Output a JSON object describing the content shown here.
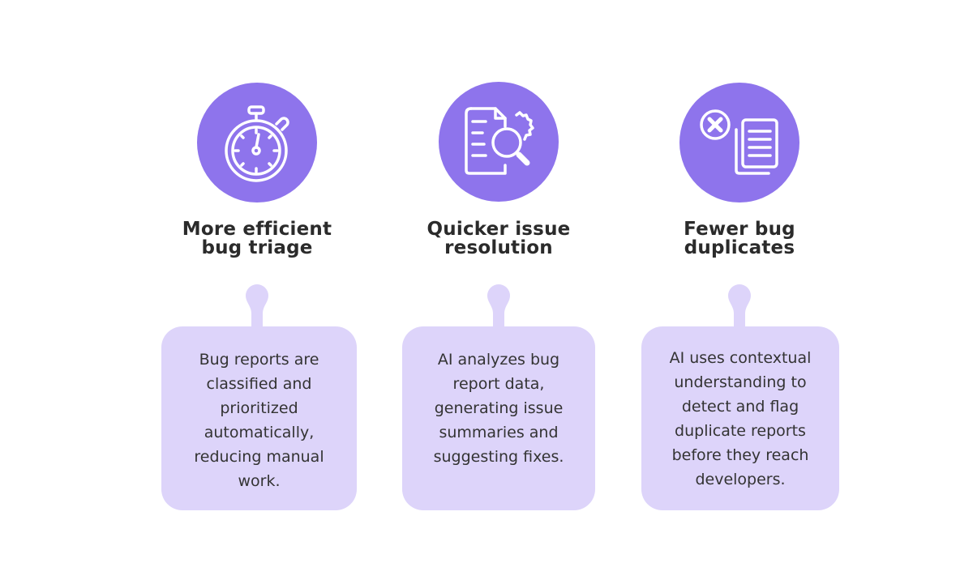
{
  "colors": {
    "accent": "#8e74ec",
    "card_background": "#ddd4fa",
    "title_text": "#2b2b2b",
    "body_text": "#333333"
  },
  "benefits": [
    {
      "icon": "stopwatch-icon",
      "title_lines": [
        "More efficient",
        "bug triage"
      ],
      "description_lines": [
        "Bug reports are",
        "classified and",
        "prioritized",
        "automatically,",
        "reducing manual",
        "work."
      ]
    },
    {
      "icon": "document-search-icon",
      "title_lines": [
        "Quicker issue",
        "resolution"
      ],
      "description_lines": [
        "AI analyzes  bug",
        "report data,",
        "generating issue",
        "summaries and",
        "suggesting fixes."
      ]
    },
    {
      "icon": "remove-duplicate-documents-icon",
      "title_lines": [
        "Fewer bug",
        "duplicates"
      ],
      "description_lines": [
        "AI uses contextual",
        "understanding to",
        "detect and flag",
        "duplicate reports",
        "before they reach",
        "developers."
      ]
    }
  ]
}
